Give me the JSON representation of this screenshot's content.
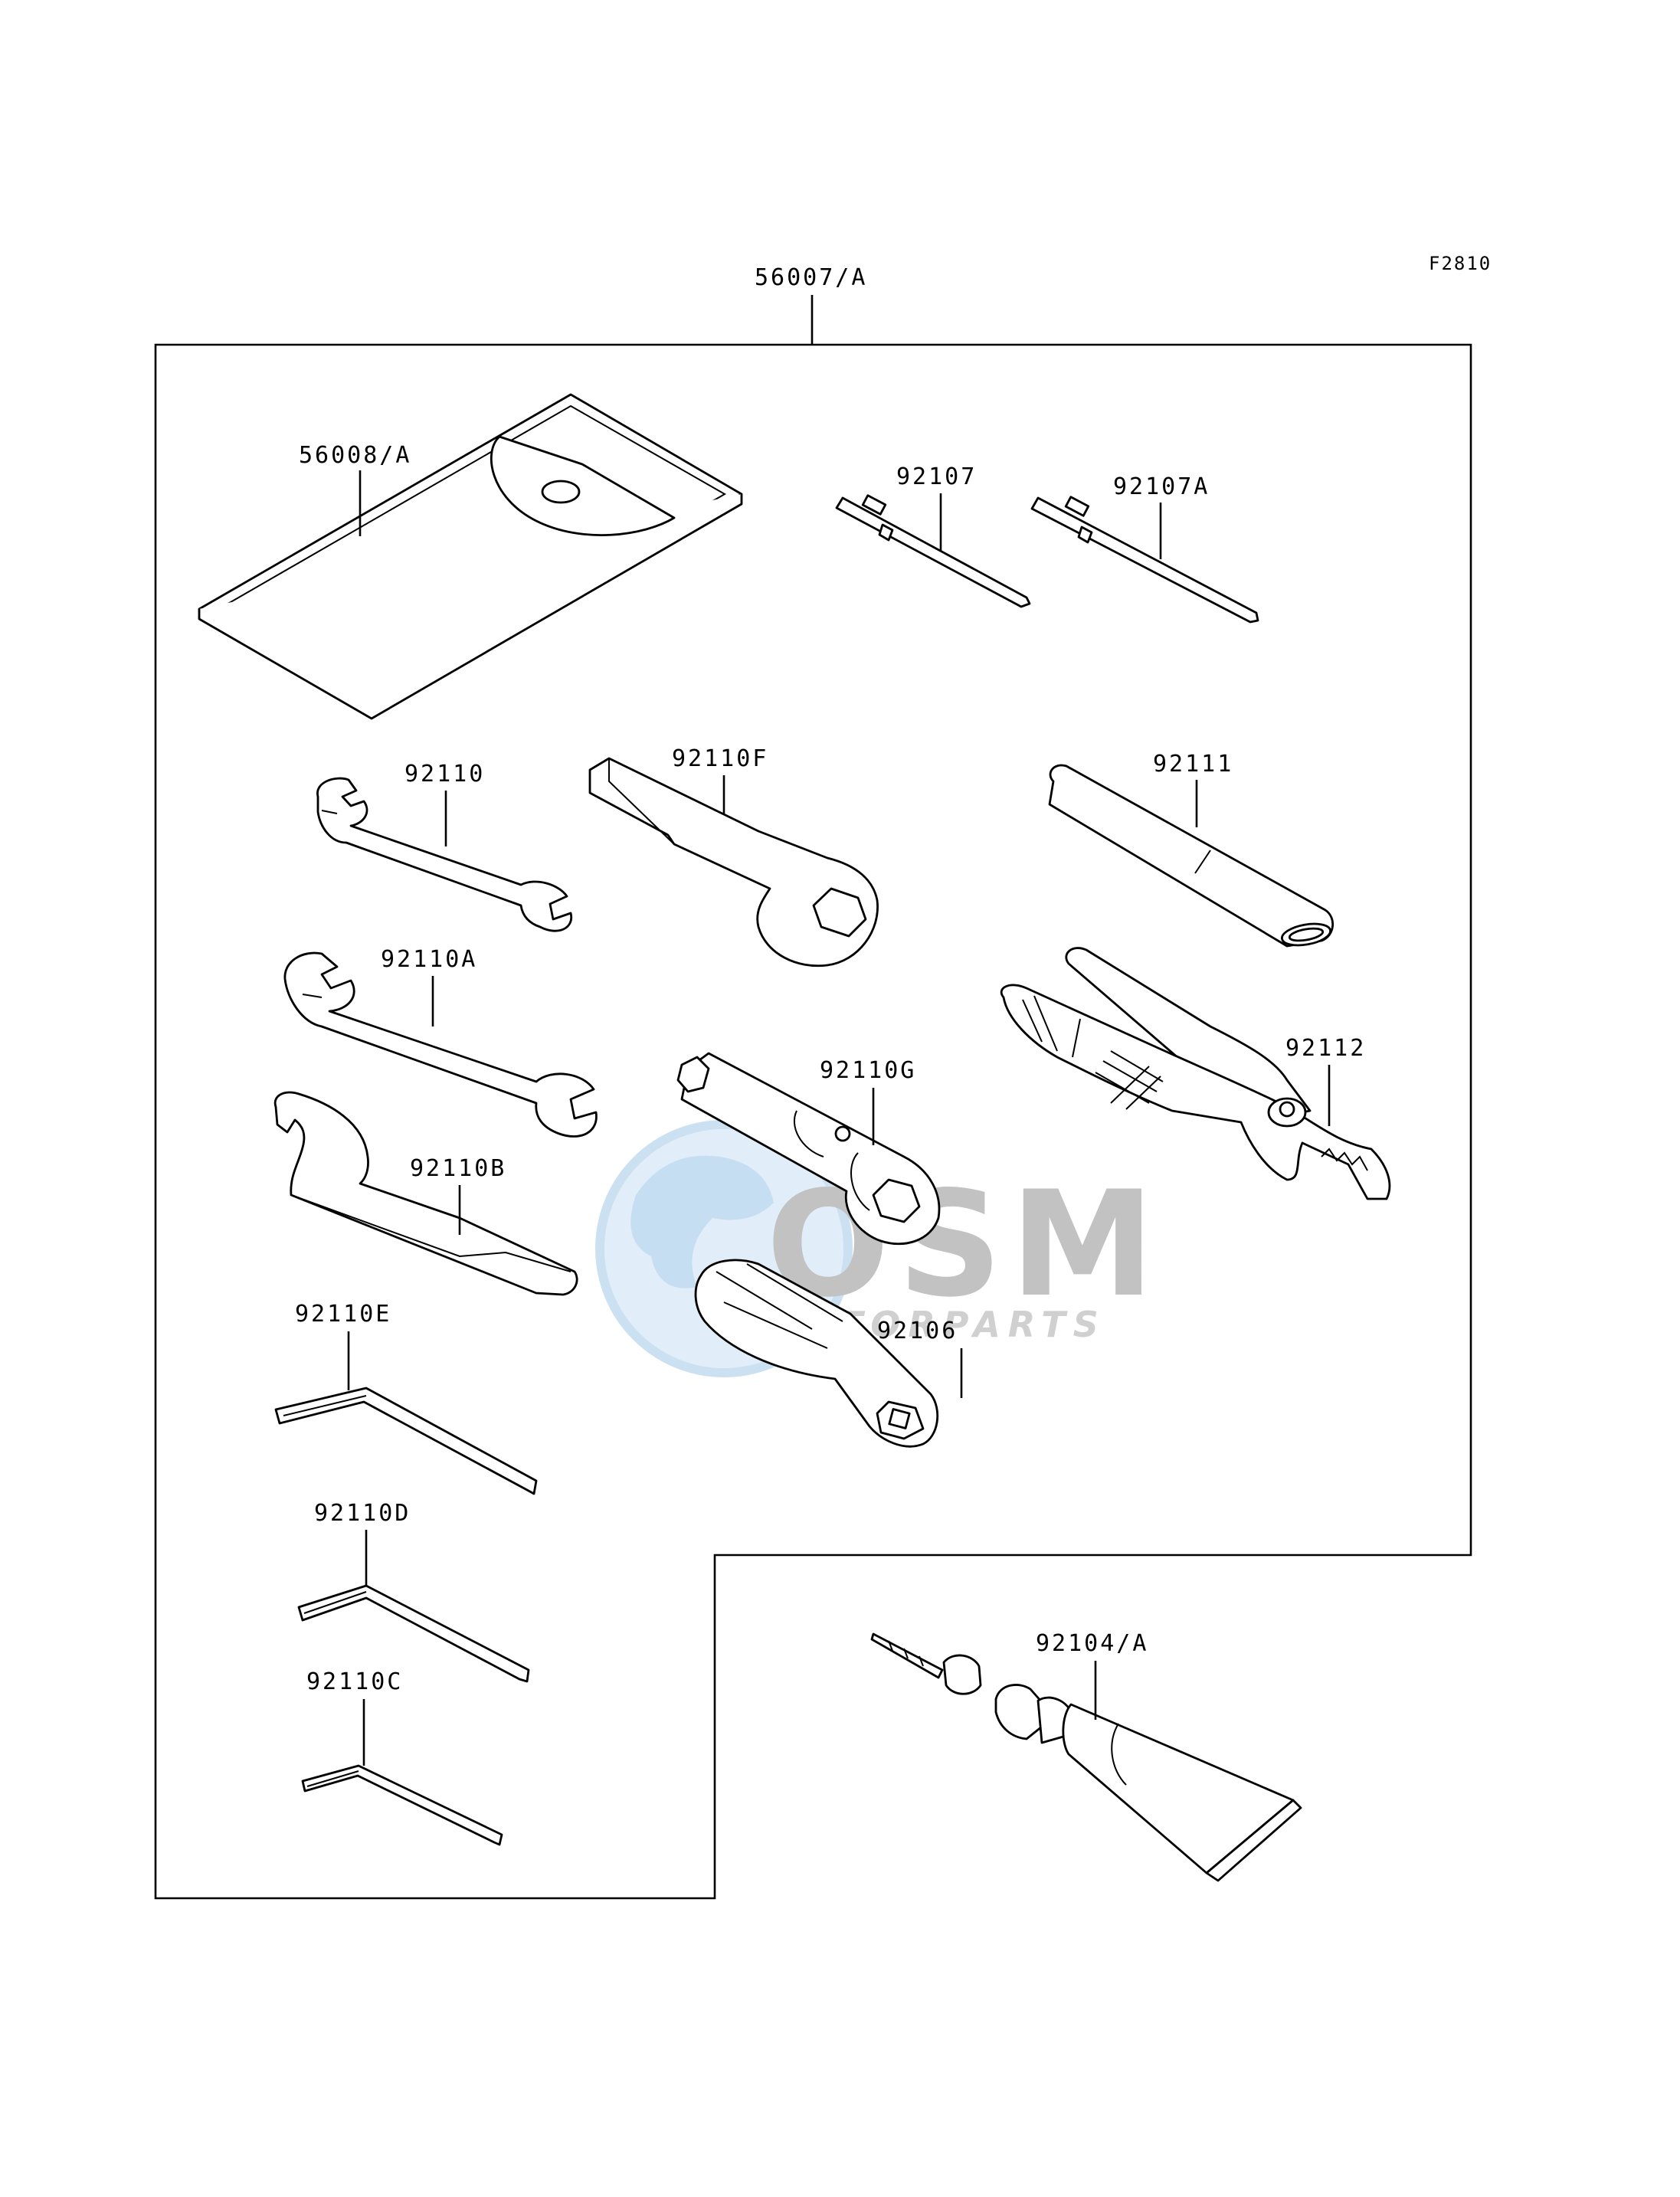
{
  "figure_code": "F2810",
  "assembly_label": "56007/A",
  "watermark": {
    "brand": "OSM",
    "tagline": "MOTORPARTS",
    "colors": {
      "globe": "#bcd9ef",
      "text": "#b8b8b8"
    }
  },
  "parts": [
    {
      "id": "pouch",
      "number": "56008/A",
      "icon": "tool-pouch-icon"
    },
    {
      "id": "screwdriver-bit-1",
      "number": "92107",
      "icon": "screwdriver-bit-icon"
    },
    {
      "id": "screwdriver-bit-2",
      "number": "92107A",
      "icon": "screwdriver-bit-icon"
    },
    {
      "id": "wrench-small",
      "number": "92110",
      "icon": "open-end-wrench-icon"
    },
    {
      "id": "ring-wrench",
      "number": "92110F",
      "icon": "ring-wrench-icon"
    },
    {
      "id": "handle-bar",
      "number": "92111",
      "icon": "handle-bar-icon"
    },
    {
      "id": "wrench-large",
      "number": "92110A",
      "icon": "open-end-wrench-icon"
    },
    {
      "id": "pliers",
      "number": "92112",
      "icon": "pliers-icon"
    },
    {
      "id": "spark-plug-socket",
      "number": "92110G",
      "icon": "socket-wrench-icon"
    },
    {
      "id": "hook-wrench",
      "number": "92110B",
      "icon": "hook-spanner-icon"
    },
    {
      "id": "screwdriver-grip",
      "number": "92106",
      "icon": "screwdriver-grip-icon"
    },
    {
      "id": "hex-key-large",
      "number": "92110E",
      "icon": "hex-key-icon"
    },
    {
      "id": "hex-key-medium",
      "number": "92110D",
      "icon": "hex-key-icon"
    },
    {
      "id": "hex-key-small",
      "number": "92110C",
      "icon": "hex-key-icon"
    },
    {
      "id": "grease-tube",
      "number": "92104/A",
      "icon": "grease-tube-icon"
    }
  ]
}
